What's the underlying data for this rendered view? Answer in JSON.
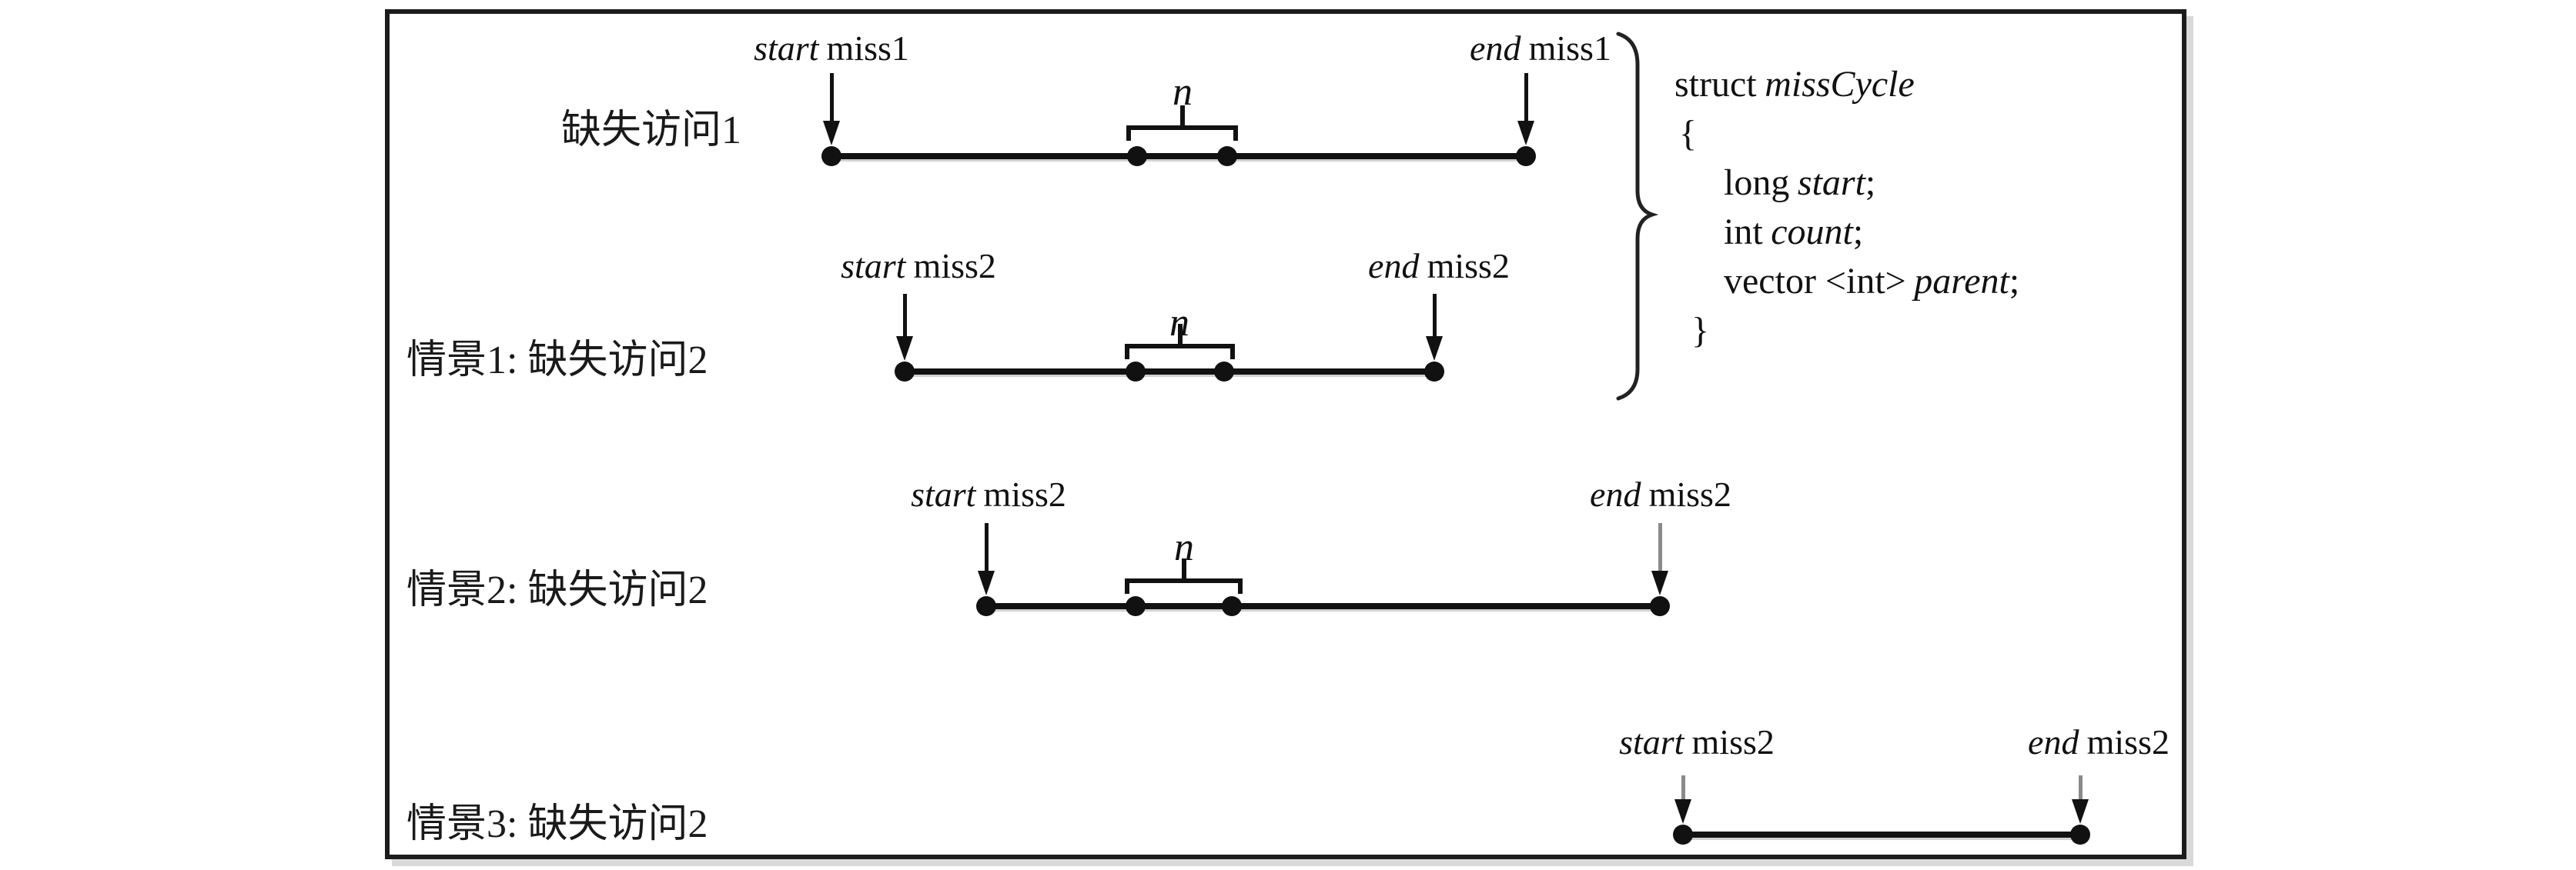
{
  "figure": {
    "colors": {
      "box_border": "#1c1c1c",
      "line": "#111111",
      "gray_arrow_stem": "#8a8a8a",
      "shadow": "#d9d9d9"
    },
    "rows": [
      {
        "label": "缺失访问1",
        "start_kw": "start",
        "start_obj": "miss1",
        "end_kw": "end",
        "end_obj": "miss1",
        "n": "n"
      },
      {
        "label": "情景1: 缺失访问2",
        "start_kw": "start",
        "start_obj": "miss2",
        "end_kw": "end",
        "end_obj": "miss2",
        "n": "n"
      },
      {
        "label": "情景2: 缺失访问2",
        "start_kw": "start",
        "start_obj": "miss2",
        "end_kw": "end",
        "end_obj": "miss2",
        "n": "n"
      },
      {
        "label": "情景3: 缺失访问2",
        "start_kw": "start",
        "start_obj": "miss2",
        "end_kw": "end",
        "end_obj": "miss2"
      }
    ],
    "struct_code": {
      "decl_kw": "struct",
      "decl_name": "missCycle",
      "open_brace": "{",
      "fields": [
        {
          "kw": "long",
          "name": "start",
          "semi": ";"
        },
        {
          "kw": "int",
          "name": "count",
          "semi": ";"
        },
        {
          "kw": "vector <int>",
          "name": "parent",
          "semi": ";"
        }
      ],
      "close_brace": "}"
    }
  }
}
